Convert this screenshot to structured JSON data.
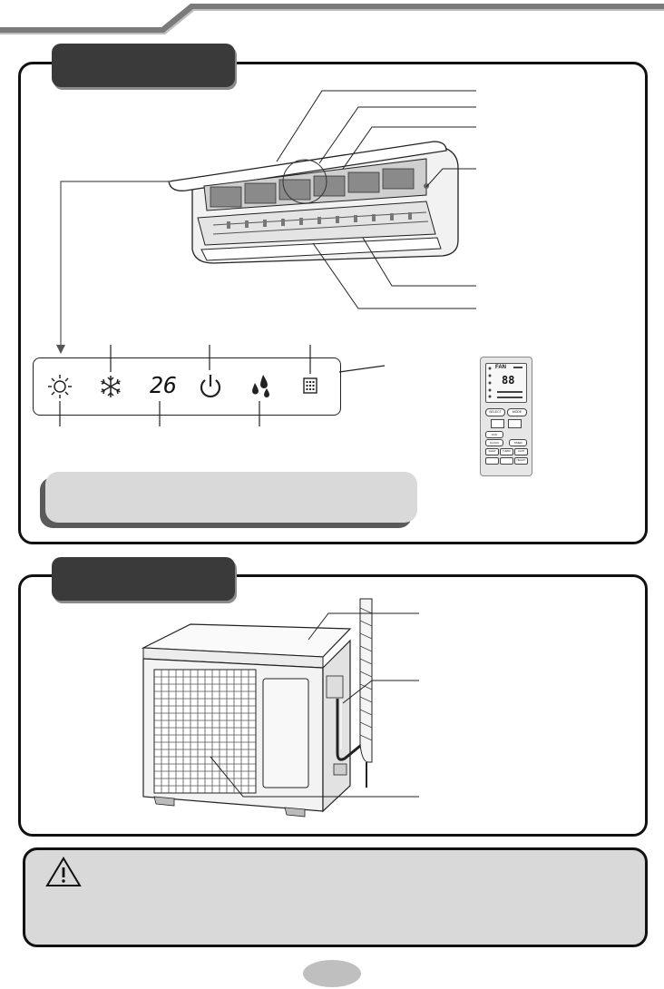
{
  "header": {
    "bar_color": "#7a7a7a"
  },
  "indoor_section": {
    "tab_color": "#3a3a3a",
    "display_panel": {
      "temperature_readout": "26",
      "icons": [
        "sun-icon",
        "snowflake-icon",
        "power-icon",
        "water-drops-icon",
        "grid-icon"
      ]
    },
    "remote": {
      "mode_text": "FAN",
      "temp_text": "88",
      "button_labels": [
        "SELECT",
        "MODE",
        "FAN",
        "CLOCK",
        "TIMER",
        "SLEEP",
        "TURBO",
        "LIGHT",
        "HEALTH"
      ]
    }
  },
  "outdoor_section": {
    "tab_color": "#3a3a3a"
  },
  "caution": {
    "icon": "warning-triangle-icon"
  },
  "colors": {
    "panel_border": "#111111",
    "note_fill": "#d9d9d9",
    "note_shadow": "#5a5a5a",
    "caution_fill": "#d9d9d9",
    "page_oval": "#bfbfbf"
  }
}
